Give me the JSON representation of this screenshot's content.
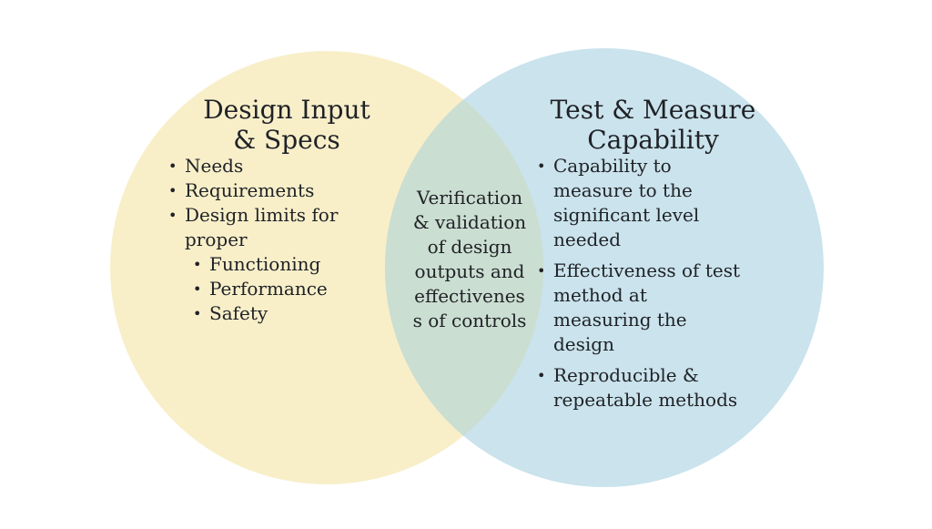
{
  "diagram": {
    "type": "venn",
    "bullet_char": "•",
    "colors": {
      "background": "#FFFFFF",
      "left_circle": "#F8EFC9",
      "right_circle": "#CAE3EC",
      "overlap": "#CBDED2",
      "text": "#202227"
    },
    "left": {
      "title": "Design Input\n& Specs",
      "items": [
        {
          "level": 1,
          "text": "Needs"
        },
        {
          "level": 1,
          "text": "Requirements"
        },
        {
          "level": 1,
          "text": "Design limits for\nproper"
        },
        {
          "level": 2,
          "text": "Functioning"
        },
        {
          "level": 2,
          "text": "Performance"
        },
        {
          "level": 2,
          "text": "Safety"
        }
      ]
    },
    "overlap": {
      "text": "Verification\n& validation\nof design\noutputs and\neffectivenes\ns of controls"
    },
    "right": {
      "title": "Test & Measure\nCapability",
      "items": [
        {
          "text": "Capability to\nmeasure to the\nsignificant level\nneeded"
        },
        {
          "text": "Effectiveness of test\nmethod at\nmeasuring the\ndesign"
        },
        {
          "text": "Reproducible &\nrepeatable methods"
        }
      ]
    }
  }
}
